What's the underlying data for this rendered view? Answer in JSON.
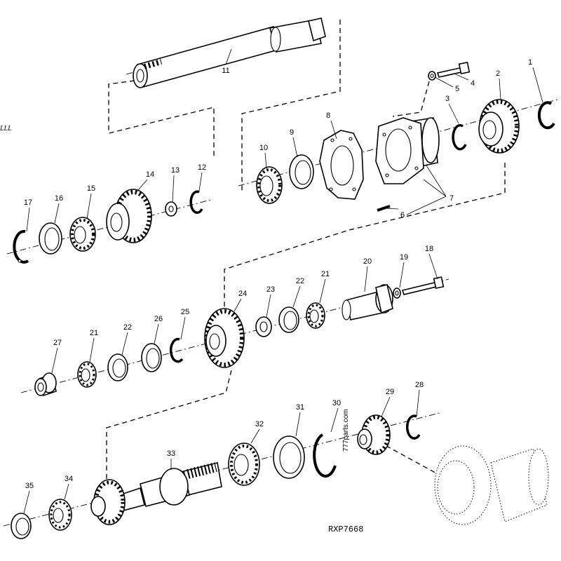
{
  "figure": {
    "ref_code": "RXP7668",
    "watermark": "777parts.com",
    "side_note": "LLL"
  },
  "callouts": [
    "1",
    "2",
    "3",
    "4",
    "5",
    "6",
    "7",
    "8",
    "9",
    "10",
    "11",
    "12",
    "13",
    "14",
    "15",
    "16",
    "17",
    "18",
    "19",
    "20",
    "21",
    "21",
    "22",
    "22",
    "23",
    "24",
    "25",
    "26",
    "27",
    "28",
    "29",
    "30",
    "31",
    "32",
    "33",
    "34",
    "35"
  ]
}
